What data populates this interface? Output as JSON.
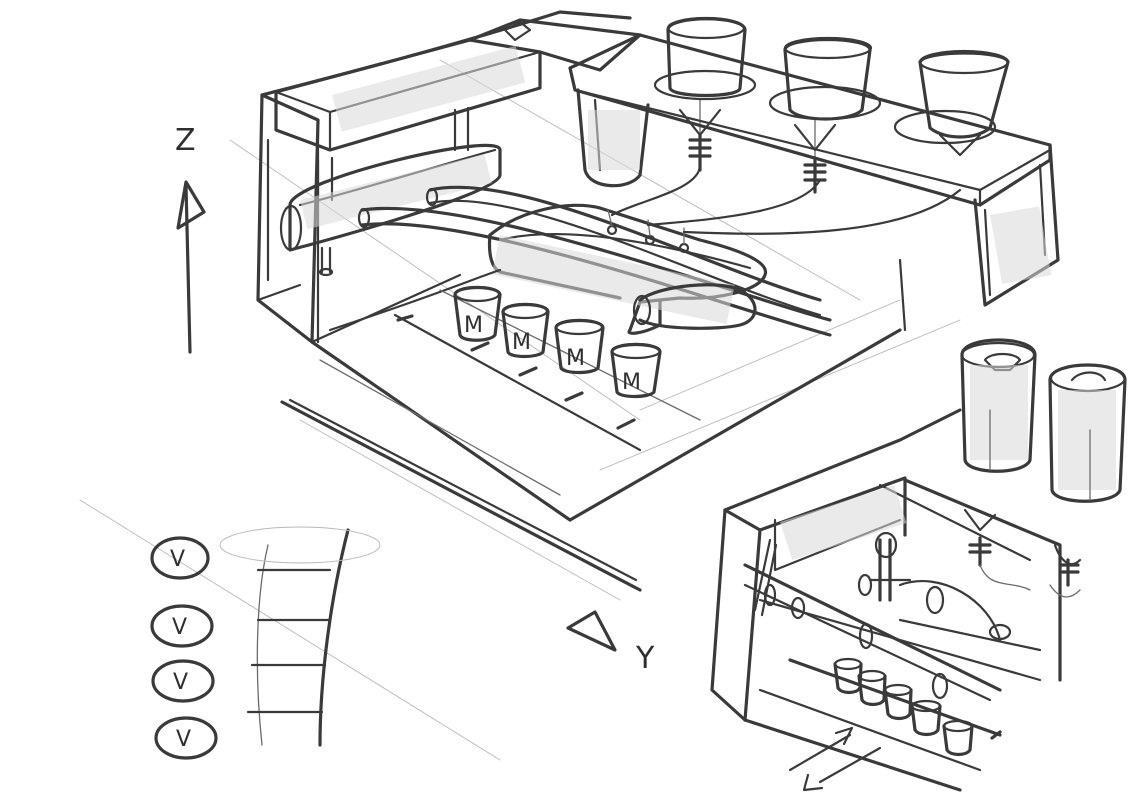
{
  "axes": {
    "z_label": "Z",
    "y_label": "Y"
  },
  "checklist": {
    "items": [
      {
        "mark": "V"
      },
      {
        "mark": "V"
      },
      {
        "mark": "V"
      },
      {
        "mark": "V"
      }
    ]
  },
  "cups": {
    "marks": [
      "M",
      "M",
      "M",
      "M"
    ]
  },
  "palette": {
    "pencil": "#3a3a3a",
    "pencil_light": "#6b6b6b",
    "pencil_faint": "#b9b9b9",
    "paper": "#ffffff"
  }
}
